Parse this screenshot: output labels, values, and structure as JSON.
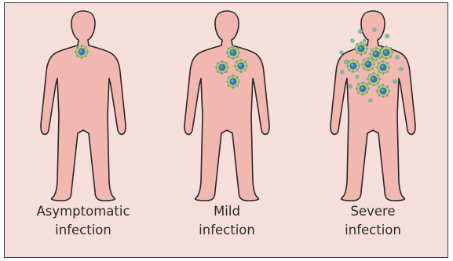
{
  "panels": [
    {
      "line1": "Asymptomatic",
      "line2": "infection",
      "severity": "asymptomatic"
    },
    {
      "line1": "Mild",
      "line2": "infection",
      "severity": "mild"
    },
    {
      "line1": "Severe",
      "line2": "infection",
      "severity": "severe"
    }
  ],
  "colors": {
    "panel_background": "#f6dedb",
    "border": "#3a3a3a",
    "body_fill": "#f1b7b0",
    "body_outline": "#2a2a2a",
    "virus_core": "#3b76ad",
    "virus_corona": "#c9d36a",
    "virus_spikes": "#62a88c",
    "shed_particle": "#7fbfa8"
  },
  "icons": {
    "figure": "human-silhouette",
    "particle": "coronavirus-icon"
  }
}
